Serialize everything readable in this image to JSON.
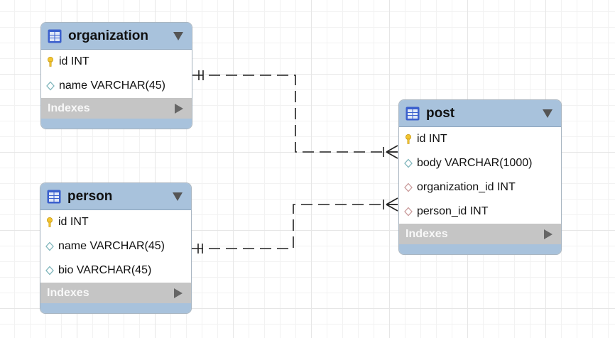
{
  "entities": {
    "organization": {
      "title": "organization",
      "columns": [
        {
          "text": "id INT",
          "icon": "primary-key-icon"
        },
        {
          "text": "name VARCHAR(45)",
          "icon": "column-icon"
        }
      ],
      "indexes_label": "Indexes"
    },
    "person": {
      "title": "person",
      "columns": [
        {
          "text": "id INT",
          "icon": "primary-key-icon"
        },
        {
          "text": "name VARCHAR(45)",
          "icon": "column-icon"
        },
        {
          "text": "bio VARCHAR(45)",
          "icon": "column-icon"
        }
      ],
      "indexes_label": "Indexes"
    },
    "post": {
      "title": "post",
      "columns": [
        {
          "text": "id INT",
          "icon": "primary-key-icon"
        },
        {
          "text": "body VARCHAR(1000)",
          "icon": "column-icon"
        },
        {
          "text": "organization_id INT",
          "icon": "foreign-key-icon"
        },
        {
          "text": "person_id INT",
          "icon": "foreign-key-icon"
        }
      ],
      "indexes_label": "Indexes"
    }
  },
  "relationships": [
    {
      "from": "organization",
      "to": "post",
      "from_cardinality": "one-and-only-one",
      "to_cardinality": "one-or-many",
      "style": "dashed"
    },
    {
      "from": "person",
      "to": "post",
      "from_cardinality": "one-and-only-one",
      "to_cardinality": "one-or-many",
      "style": "dashed"
    }
  ],
  "colors": {
    "header": "#a8c2dc",
    "indexes_bar": "#c5c5c5",
    "table_icon": "#3a5fcd",
    "key_icon": "#f2c531",
    "column_icon": "#7fb5bb",
    "foreign_key_icon": "#c99a9a"
  }
}
